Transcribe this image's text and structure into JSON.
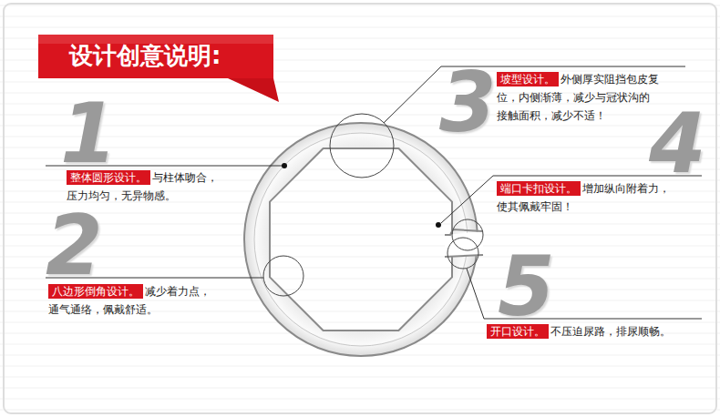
{
  "diagram": {
    "title": "设计创意说明:",
    "nodes": [
      {
        "text": [
          "整体圆形设计。",
          "与柱体吻合，压力均匀，无异物感。"
        ]
      },
      {
        "text": [
          "八边形倒角设计。",
          "减少着力点，通气通络，佩戴舒适。"
        ]
      },
      {
        "text": [
          "坡型设计。",
          "外侧厚实阻挡包皮复位，内侧渐薄，减少与冠状沟的接触面积，减少不适！"
        ]
      },
      {
        "text": [
          "端口卡扣设计。",
          "增加纵向附着力，使其佩戴牢固！"
        ]
      },
      {
        "text": [
          "开口设计。",
          "不压迫尿路，排尿顺畅。"
        ]
      }
    ],
    "labels": [
      "1",
      "2",
      "3",
      "4",
      "5"
    ]
  }
}
